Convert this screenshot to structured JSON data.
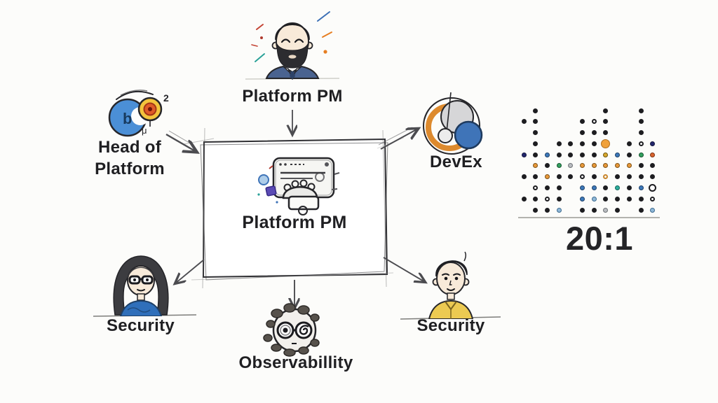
{
  "background": "#fcfcfa",
  "nodes": {
    "top_persona": {
      "label": "Platform PM"
    },
    "head_of_platform": {
      "line1": "Head of",
      "line2": "Platform",
      "letter_mark": "b",
      "superscript_mark": "2",
      "micro_mark": "μ"
    },
    "devex": {
      "label": "DevEx"
    },
    "center": {
      "label": "Platform PM"
    },
    "security_left": {
      "label": "Security"
    },
    "observability": {
      "label": "Observabillity"
    },
    "security_right": {
      "label": "Security"
    }
  },
  "ratio": {
    "label": "20:1"
  },
  "colors": {
    "text": "#1f1f22",
    "arrow": "#4c4c50",
    "box_stroke": "#2f2f33",
    "accent_blue": "#3f74b8",
    "accent_orange": "#e8993a",
    "accent_yellow": "#f3c33c",
    "accent_purple": "#5b4bb5"
  },
  "chart_data": {
    "type": "heatmap",
    "title": "20:1",
    "columns": 12,
    "rows": 10,
    "cell_w": 16.7,
    "cell_h": 15.78,
    "legend_note": "dot-matrix ratio graphic; '.' = empty cell",
    "grid": [
      [
        ".",
        "K",
        ".",
        ".",
        ".",
        ".",
        ".",
        "K",
        ".",
        ".",
        "K",
        "."
      ],
      [
        "K",
        "K",
        ".",
        ".",
        ".",
        "K",
        "W",
        "K",
        ".",
        ".",
        "K",
        "."
      ],
      [
        ".",
        "K",
        ".",
        ".",
        ".",
        "K",
        "K",
        "K",
        ".",
        ".",
        "K",
        "."
      ],
      [
        ".",
        "K",
        ".",
        "K",
        "K",
        "K",
        "K",
        "Q",
        ".",
        "K",
        "W",
        "N"
      ],
      [
        "N",
        "K",
        "B",
        "K",
        "K",
        "K",
        "K",
        "Y",
        "B",
        "K",
        "G",
        "R"
      ],
      [
        ".",
        "O",
        "K",
        "G",
        "A",
        "O",
        "O",
        "O",
        "O",
        "O",
        "K",
        "K"
      ],
      [
        "K",
        "K",
        "O",
        "K",
        "K",
        "W",
        "K",
        "H",
        "K",
        "K",
        "K",
        "K"
      ],
      [
        ".",
        "W",
        "K",
        "K",
        ".",
        "B",
        "B",
        "K",
        "T",
        "K",
        "B",
        "V"
      ],
      [
        "K",
        "K",
        "W",
        "K",
        ".",
        "B",
        "L",
        "K",
        "K",
        "K",
        "K",
        "W"
      ],
      [
        ".",
        "K",
        "K",
        "L",
        ".",
        "K",
        "K",
        "A",
        "K",
        ".",
        "K",
        "L"
      ]
    ],
    "palette": {
      "K": {
        "fill": "#1d1d20"
      },
      "O": {
        "fill": "#e8993a",
        "ring": "#7c5016"
      },
      "Q": {
        "fill": "#f0a13b",
        "ring": "#b06e1e",
        "size": 13
      },
      "Y": {
        "fill": "#d9a82c",
        "ring": "#6b5410"
      },
      "B": {
        "fill": "#3d79ba",
        "ring": "#1d3f66"
      },
      "L": {
        "fill": "#8fb8d8",
        "ring": "#3d6a8e"
      },
      "N": {
        "fill": "#23276d",
        "ring": "#14163f"
      },
      "G": {
        "fill": "#33a05f",
        "ring": "#14532d"
      },
      "T": {
        "fill": "#2fae9d",
        "ring": "#11655a"
      },
      "A": {
        "fill": "#b9bcc0",
        "ring": "#6f7377"
      },
      "R": {
        "fill": "#d9642e",
        "ring": "#7c3210"
      },
      "W": {
        "fill": "#ffffff",
        "ring": "#1d1d20",
        "rw": 2
      },
      "V": {
        "fill": "#ffffff",
        "ring": "#1d1d20",
        "rw": 2,
        "size": 11
      },
      "H": {
        "fill": "#ffffff",
        "ring": "#c8862c",
        "rw": 2
      }
    }
  }
}
